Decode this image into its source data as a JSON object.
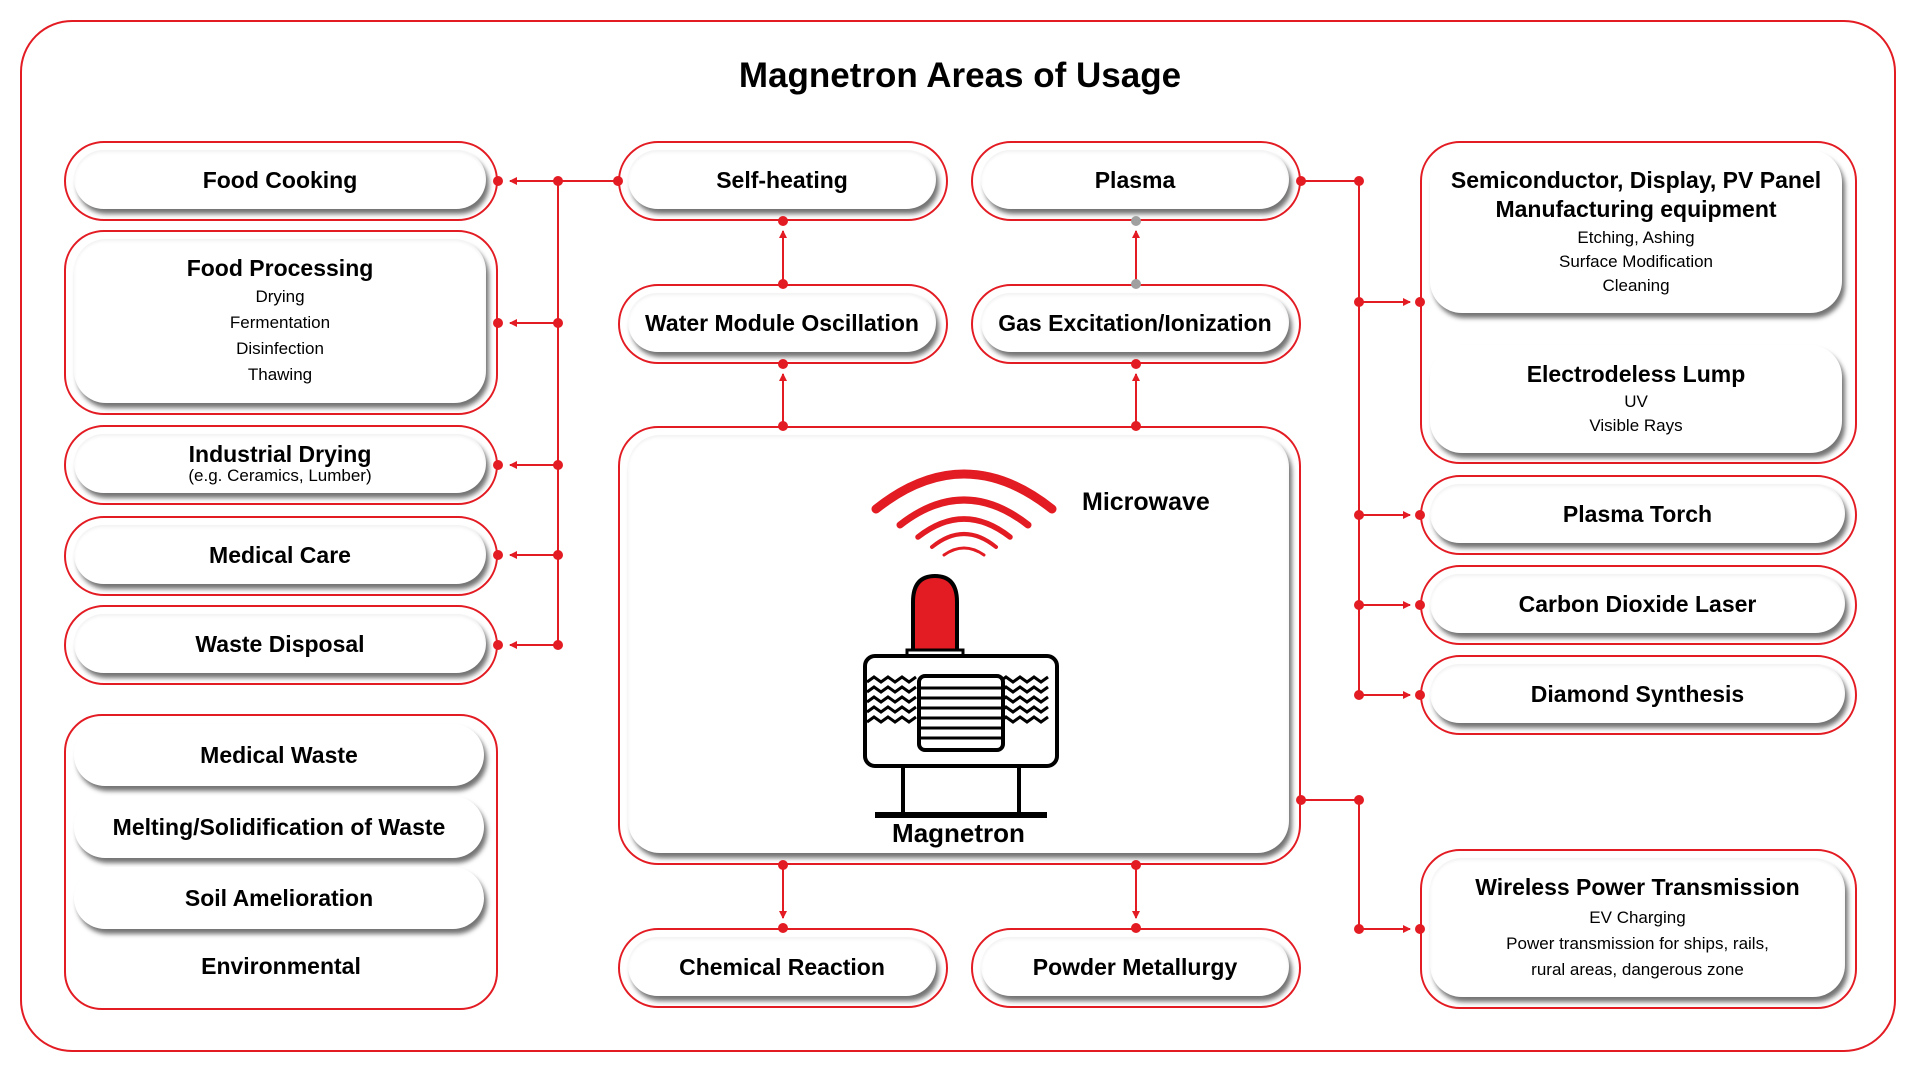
{
  "title": "Magnetron Areas of Usage",
  "colors": {
    "accent": "#e31b23",
    "text": "#000000",
    "connector_muted": "#a0a0a0"
  },
  "center": {
    "microwave_label": "Microwave",
    "magnetron_label": "Magnetron",
    "icons": [
      "microwave-waves-icon",
      "magnetron-icon"
    ]
  },
  "left": {
    "food_cooking": {
      "title": "Food Cooking"
    },
    "food_processing": {
      "title": "Food Processing",
      "items": [
        "Drying",
        "Fermentation",
        "Disinfection",
        "Thawing"
      ]
    },
    "industrial_drying": {
      "title": "Industrial Drying",
      "note": "(e.g. Ceramics, Lumber)"
    },
    "medical_care": {
      "title": "Medical Care"
    },
    "waste_disposal": {
      "title": "Waste Disposal"
    },
    "environmental": {
      "title": "Environmental",
      "items": [
        "Medical Waste",
        "Melting/Solidification of Waste",
        "Soil Amelioration"
      ]
    }
  },
  "middle": {
    "self_heating": "Self-heating",
    "plasma": "Plasma",
    "water_module": "Water Module Oscillation",
    "gas_excitation": "Gas Excitation/Ionization",
    "chemical_reaction": "Chemical Reaction",
    "powder_metallurgy": "Powder Metallurgy"
  },
  "right": {
    "semiconductor": {
      "title_line1": "Semiconductor, Display, PV Panel",
      "title_line2": "Manufacturing equipment",
      "items": [
        "Etching, Ashing",
        "Surface Modification",
        "Cleaning"
      ]
    },
    "electrodeless": {
      "title": "Electrodeless Lump",
      "items": [
        "UV",
        "Visible Rays"
      ]
    },
    "plasma_torch": {
      "title": "Plasma Torch"
    },
    "co2_laser": {
      "title": "Carbon Dioxide Laser"
    },
    "diamond": {
      "title": "Diamond Synthesis"
    },
    "wireless": {
      "title": "Wireless Power Transmission",
      "items": [
        "EV Charging",
        "Power transmission for ships, rails,",
        "rural areas, dangerous zone"
      ]
    }
  }
}
